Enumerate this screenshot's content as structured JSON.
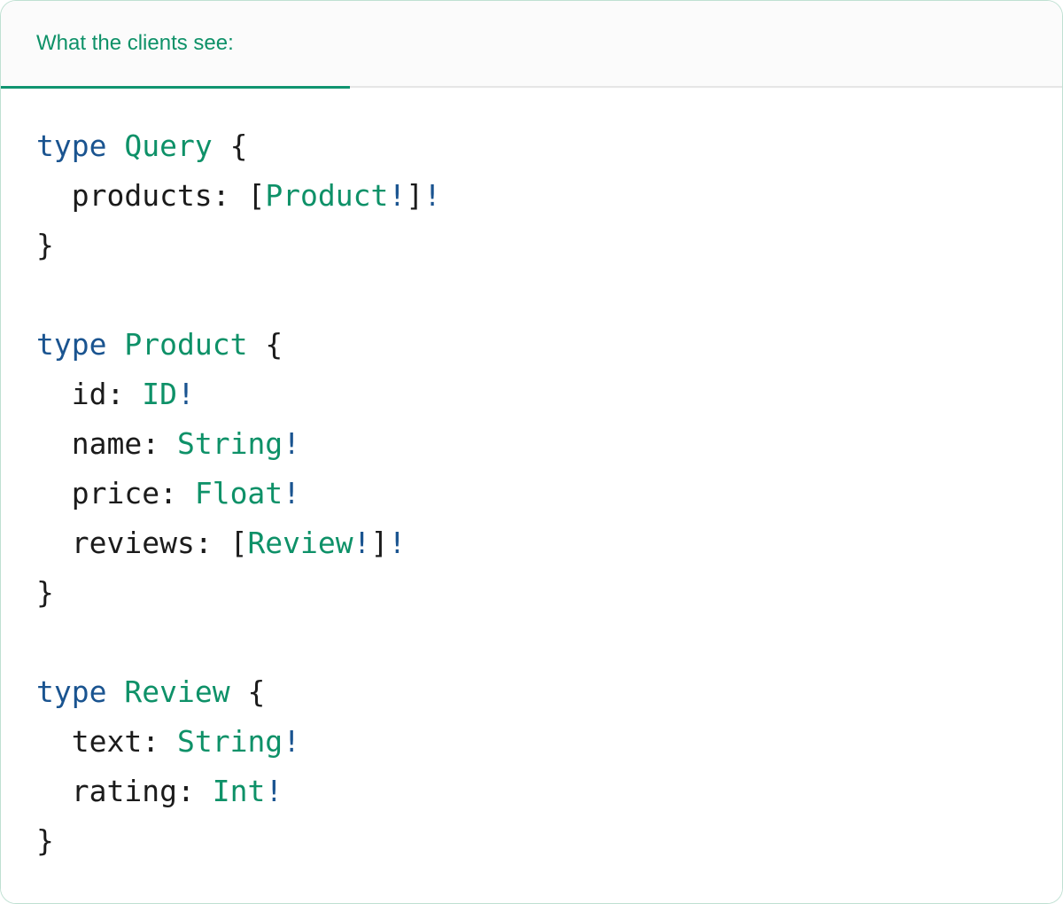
{
  "card": {
    "border_color": "#bfe0d2",
    "background": "#ffffff"
  },
  "header": {
    "tab_label": "What the clients see:",
    "accent_color": "#0e9168",
    "underline_color": "#109470",
    "divider_color": "#e6e6e6",
    "strip_background": "#fbfbfb"
  },
  "code": {
    "language": "graphql",
    "colors": {
      "keyword": "#1a5490",
      "type_name": "#0e9168",
      "non_null_bang": "#1a5490",
      "punctuation": "#1b1b1b",
      "field_name": "#1b1b1b"
    },
    "plain_text": "type Query {\n  products: [Product!]!\n}\n\ntype Product {\n  id: ID!\n  name: String!\n  price: Float!\n  reviews: [Review!]!\n}\n\ntype Review {\n  text: String!\n  rating: Int!\n}",
    "lines": [
      {
        "tokens": [
          {
            "t": "type",
            "k": "kw"
          },
          {
            "t": " ",
            "k": "plain"
          },
          {
            "t": "Query",
            "k": "type"
          },
          {
            "t": " ",
            "k": "plain"
          },
          {
            "t": "{",
            "k": "punc"
          }
        ]
      },
      {
        "tokens": [
          {
            "t": "  products",
            "k": "name"
          },
          {
            "t": ": ",
            "k": "punc"
          },
          {
            "t": "[",
            "k": "punc"
          },
          {
            "t": "Product",
            "k": "type"
          },
          {
            "t": "!",
            "k": "bang"
          },
          {
            "t": "]",
            "k": "punc"
          },
          {
            "t": "!",
            "k": "bang"
          }
        ]
      },
      {
        "tokens": [
          {
            "t": "}",
            "k": "punc"
          }
        ]
      },
      {
        "tokens": []
      },
      {
        "tokens": [
          {
            "t": "type",
            "k": "kw"
          },
          {
            "t": " ",
            "k": "plain"
          },
          {
            "t": "Product",
            "k": "type"
          },
          {
            "t": " ",
            "k": "plain"
          },
          {
            "t": "{",
            "k": "punc"
          }
        ]
      },
      {
        "tokens": [
          {
            "t": "  id",
            "k": "name"
          },
          {
            "t": ": ",
            "k": "punc"
          },
          {
            "t": "ID",
            "k": "type"
          },
          {
            "t": "!",
            "k": "bang"
          }
        ]
      },
      {
        "tokens": [
          {
            "t": "  name",
            "k": "name"
          },
          {
            "t": ": ",
            "k": "punc"
          },
          {
            "t": "String",
            "k": "type"
          },
          {
            "t": "!",
            "k": "bang"
          }
        ]
      },
      {
        "tokens": [
          {
            "t": "  price",
            "k": "name"
          },
          {
            "t": ": ",
            "k": "punc"
          },
          {
            "t": "Float",
            "k": "type"
          },
          {
            "t": "!",
            "k": "bang"
          }
        ]
      },
      {
        "tokens": [
          {
            "t": "  reviews",
            "k": "name"
          },
          {
            "t": ": ",
            "k": "punc"
          },
          {
            "t": "[",
            "k": "punc"
          },
          {
            "t": "Review",
            "k": "type"
          },
          {
            "t": "!",
            "k": "bang"
          },
          {
            "t": "]",
            "k": "punc"
          },
          {
            "t": "!",
            "k": "bang"
          }
        ]
      },
      {
        "tokens": [
          {
            "t": "}",
            "k": "punc"
          }
        ]
      },
      {
        "tokens": []
      },
      {
        "tokens": [
          {
            "t": "type",
            "k": "kw"
          },
          {
            "t": " ",
            "k": "plain"
          },
          {
            "t": "Review",
            "k": "type"
          },
          {
            "t": " ",
            "k": "plain"
          },
          {
            "t": "{",
            "k": "punc"
          }
        ]
      },
      {
        "tokens": [
          {
            "t": "  text",
            "k": "name"
          },
          {
            "t": ": ",
            "k": "punc"
          },
          {
            "t": "String",
            "k": "type"
          },
          {
            "t": "!",
            "k": "bang"
          }
        ]
      },
      {
        "tokens": [
          {
            "t": "  rating",
            "k": "name"
          },
          {
            "t": ": ",
            "k": "punc"
          },
          {
            "t": "Int",
            "k": "type"
          },
          {
            "t": "!",
            "k": "bang"
          }
        ]
      },
      {
        "tokens": [
          {
            "t": "}",
            "k": "punc"
          }
        ]
      }
    ]
  }
}
